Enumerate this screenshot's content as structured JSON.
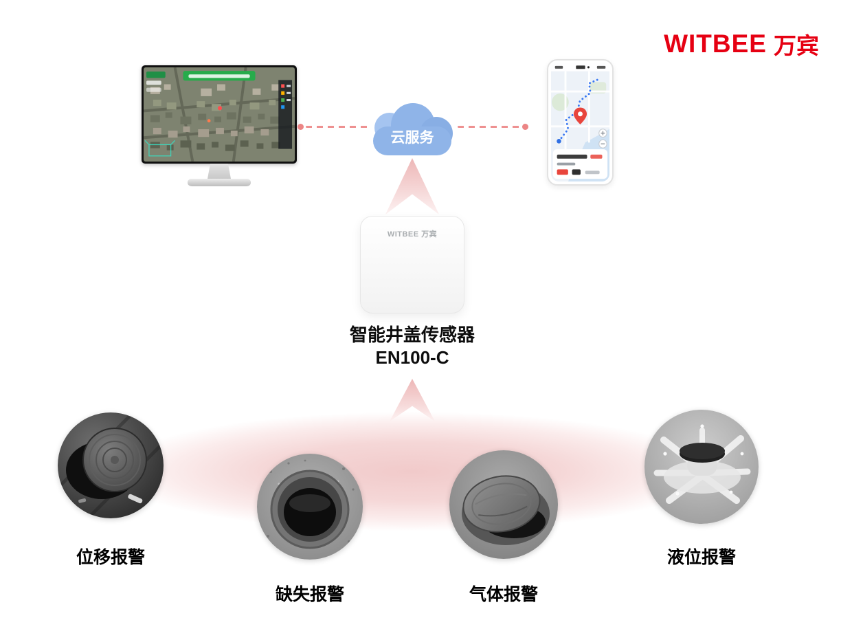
{
  "logo": {
    "brand": "WITBEE",
    "brand_cn": "万宾",
    "color": "#e60012"
  },
  "cloud": {
    "label": "云服务",
    "color": "#8fb4e8"
  },
  "connections": {
    "style": "dashed",
    "color": "#ee9191"
  },
  "device": {
    "brand": "WITBEE 万宾",
    "title": "智能井盖传感器",
    "model": "EN100-C"
  },
  "alarms": [
    {
      "label": "位移报警",
      "photo": "manhole-cover-displaced"
    },
    {
      "label": "缺失报警",
      "photo": "manhole-cover-missing"
    },
    {
      "label": "气体报警",
      "photo": "manhole-cover-gas"
    },
    {
      "label": "液位报警",
      "photo": "manhole-water-overflow"
    }
  ]
}
